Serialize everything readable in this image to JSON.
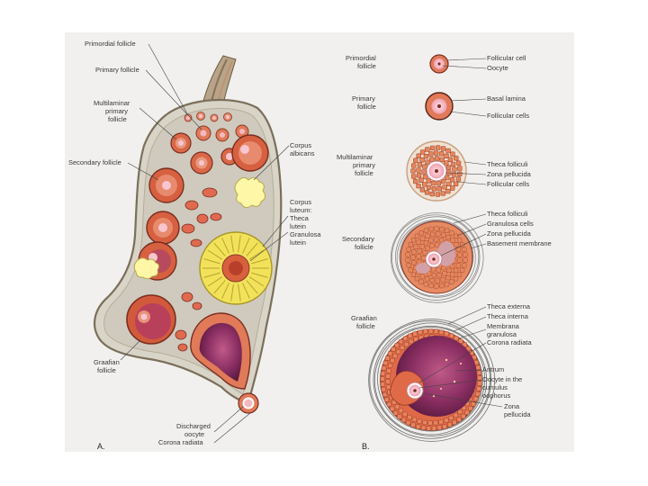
{
  "panel_a": {
    "letter": "A.",
    "labels": {
      "primordial": "Primordial follicle",
      "primary": "Primary follicle",
      "multilaminar": [
        "Multilaminar",
        "primary",
        "follicle"
      ],
      "secondary": "Secondary follicle",
      "corpus_albicans": [
        "Corpus",
        "albicans"
      ],
      "corpus_luteum": [
        "Corpus",
        "luteum:",
        "Theca",
        "lutein",
        "Granulosa",
        "lutein"
      ],
      "graafian": [
        "Graafian",
        "follicle"
      ],
      "discharged": [
        "Discharged",
        "oocyte",
        "Corona radiata"
      ]
    }
  },
  "panel_b": {
    "letter": "B.",
    "stages": {
      "primordial": [
        "Primordial",
        "follicle"
      ],
      "primary": [
        "Primary",
        "follicle"
      ],
      "multilaminar": [
        "Multilaminar",
        "primary",
        "follicle"
      ],
      "secondary": [
        "Secondary",
        "follicle"
      ],
      "graafian": [
        "Graafian",
        "follicle"
      ]
    },
    "parts": {
      "primordial": [
        "Follicular cell",
        "Oocyte"
      ],
      "primary": [
        "Basal lamina",
        "Follicular cells"
      ],
      "multilaminar": [
        "Theca folliculi",
        "Zona pellucida",
        "Follicular cells"
      ],
      "secondary": [
        "Theca folliculi",
        "Granulosa cells",
        "Zona pellucida",
        "Basement membrane"
      ],
      "graafian_top": [
        "Theca externa",
        "Theca interna",
        "Membrana",
        "granulosa",
        "Corona radiata"
      ],
      "graafian_bottom": [
        "Antrum",
        "Oocyte in the",
        "cumulus",
        "oophorus",
        "Zona",
        "pellucida"
      ]
    }
  },
  "colors": {
    "ovary": "#d9d4c8",
    "follicle": "#e07a58",
    "oocyte": "#f4b8c0",
    "corpus_luteum": "#f2e25a",
    "corpus_albicans": "#fff7a8",
    "antrum": "#7a2a55",
    "theca": "#9a9a9a"
  }
}
